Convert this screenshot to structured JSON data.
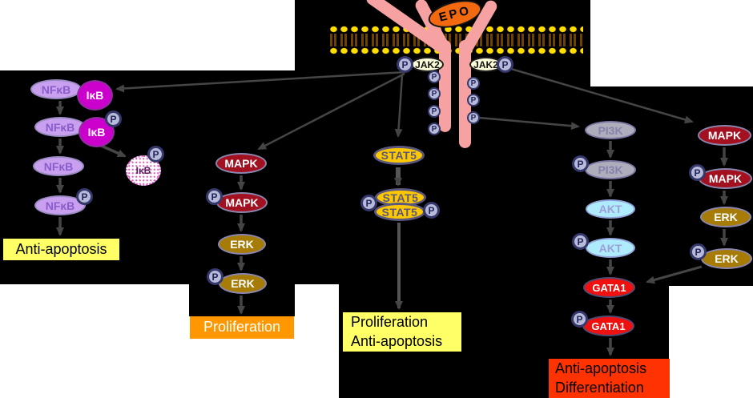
{
  "p_label": "P",
  "receptor": {
    "ligand": "EPO",
    "kinases": [
      "JAK2",
      "JAK2"
    ]
  },
  "pathways": {
    "nfkb": {
      "nodes": {
        "nfkb": "NFκB",
        "ikb": "IκB"
      },
      "outcome": "Anti-apoptosis"
    },
    "mapk": {
      "nodes": {
        "mapk": "MAPK",
        "erk": "ERK"
      },
      "outcome": "Proliferation"
    },
    "stat5": {
      "nodes": {
        "stat5": "STAT5"
      },
      "outcome_lines": [
        "Proliferation",
        "Anti-apoptosis"
      ]
    },
    "pi3k": {
      "nodes": {
        "pi3k": "PI3K",
        "akt": "AKT",
        "gata1": "GATA1"
      },
      "outcome_lines": [
        "Anti-apoptosis",
        "Differentiation"
      ]
    },
    "mapk_right": {
      "nodes": {
        "mapk": "MAPK",
        "erk": "ERK"
      }
    }
  },
  "colors": {
    "background": "#ffffff",
    "panel": "#000000",
    "membrane_head": "#ffdf00",
    "membrane_tail": "#6e4200",
    "receptor_pink": "#f7a2a2",
    "epo_orange": "#f2690f",
    "jak2_cream": "#fdfdd9",
    "p_badge_fill": "#b7bad8",
    "p_badge_border": "#35386b",
    "nfkb_fill": "#c9a0ef",
    "ikb_fill": "#cc00cc",
    "mapk_fill": "#a3101f",
    "erk_fill": "#a67c07",
    "stat5_fill": "#fdc800",
    "pi3k_fill": "#aeadbb",
    "akt_fill": "#aeecfd",
    "gata1_fill": "#ef1010",
    "outcome_yellow": "#ffff66",
    "outcome_orange": "#ff9800",
    "outcome_red": "#fe3301",
    "arrow": "#454545"
  }
}
